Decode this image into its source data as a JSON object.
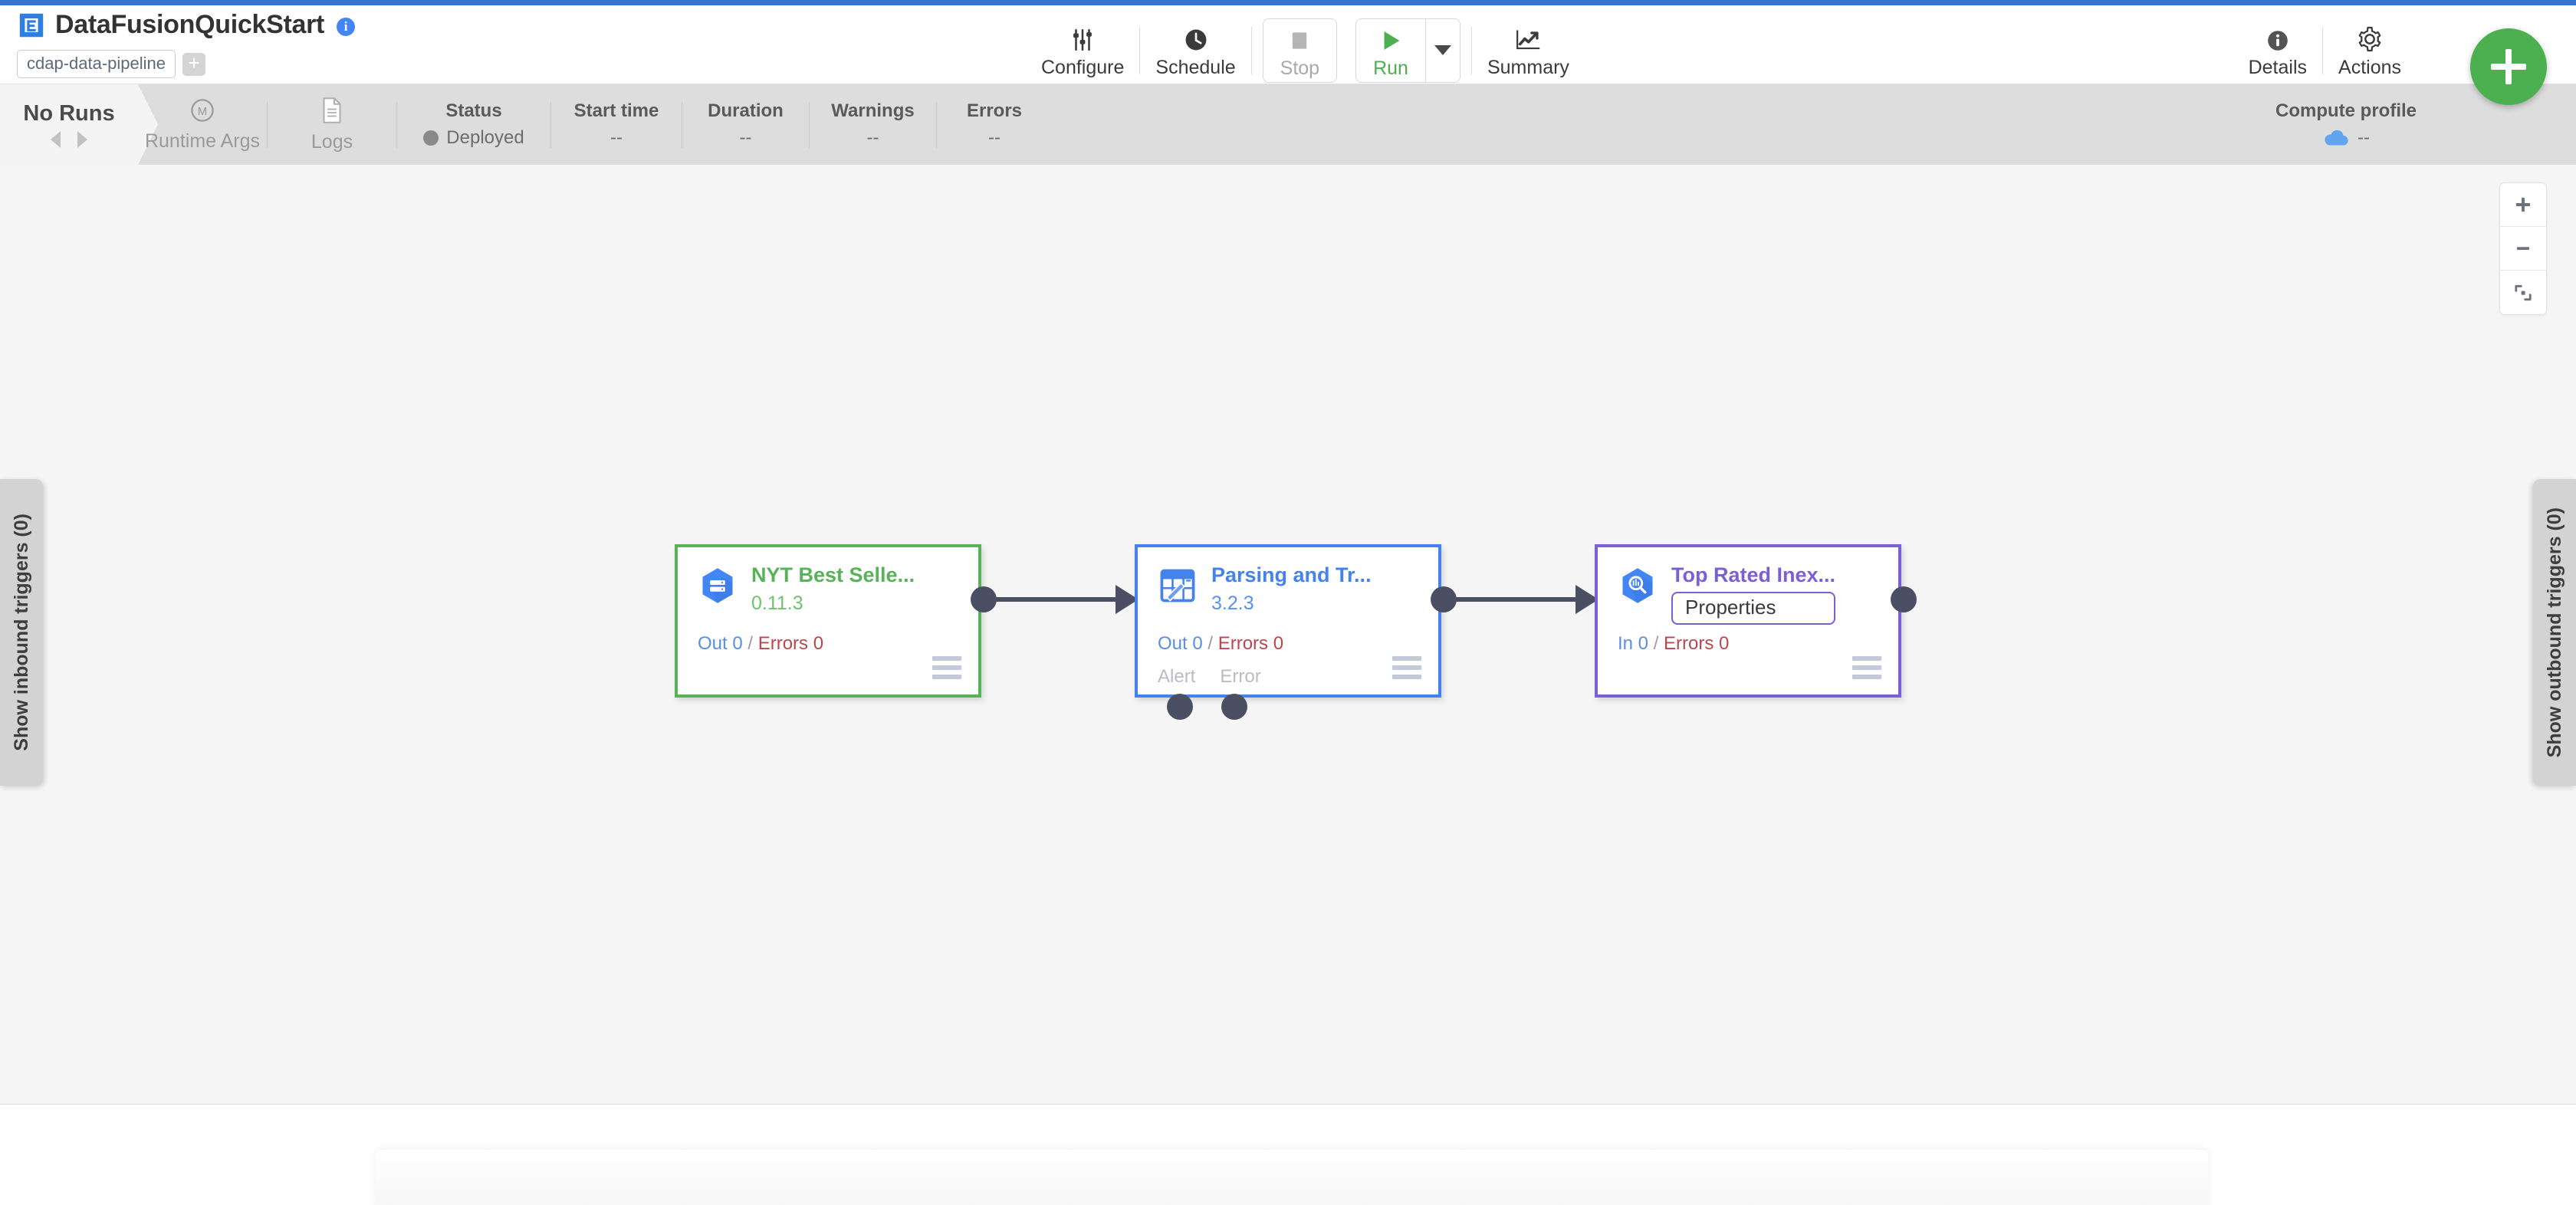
{
  "header": {
    "logo_icon": "cdap-logo-icon",
    "title": "DataFusionQuickStart",
    "info_icon": "info-icon",
    "artifact_chip": "cdap-data-pipeline",
    "add_chip": "+"
  },
  "toolbar": {
    "configure": {
      "label": "Configure",
      "icon": "sliders-icon"
    },
    "schedule": {
      "label": "Schedule",
      "icon": "clock-icon"
    },
    "stop": {
      "label": "Stop",
      "icon": "stop-square-icon"
    },
    "run": {
      "label": "Run",
      "icon": "play-triangle-icon"
    },
    "run_caret": "chevron-down-icon",
    "summary": {
      "label": "Summary",
      "icon": "line-chart-icon"
    },
    "details": {
      "label": "Details",
      "icon": "info-circle-icon"
    },
    "actions": {
      "label": "Actions",
      "icon": "gear-icon"
    },
    "fab": {
      "label": "+",
      "icon": "plus-icon",
      "color": "#4caf50"
    }
  },
  "runbar": {
    "no_runs_label": "No Runs",
    "prev_icon": "caret-left-icon",
    "next_icon": "caret-right-icon",
    "runtime_args": {
      "label": "Runtime Args",
      "icon": "macro-m-icon"
    },
    "logs": {
      "label": "Logs",
      "icon": "document-icon"
    },
    "stats": [
      {
        "head": "Status",
        "value": "Deployed",
        "dot": true,
        "dot_color": "#8a8a8a"
      },
      {
        "head": "Start time",
        "value": "--",
        "dot": false
      },
      {
        "head": "Duration",
        "value": "--",
        "dot": false
      },
      {
        "head": "Warnings",
        "value": "--",
        "dot": false
      },
      {
        "head": "Errors",
        "value": "--",
        "dot": false
      }
    ],
    "compute_profile": {
      "head": "Compute profile",
      "value": "--",
      "icon": "cloud-icon"
    }
  },
  "canvas": {
    "zoom_in_icon": "plus-icon",
    "zoom_out_icon": "minus-icon",
    "fit_icon": "fit-to-screen-icon",
    "inbound_triggers": "Show inbound triggers (0)",
    "outbound_triggers": "Show outbound triggers (0)",
    "nodes": [
      {
        "name": "NYT Best Selle...",
        "version": "0.11.3",
        "accent": "#59b259",
        "icon": "bigquery-source-icon",
        "metrics": {
          "in_out_label": "Out",
          "in_out_value": "0",
          "sep": "/",
          "errors_label": "Errors",
          "errors_value": "0"
        },
        "ports": [],
        "properties_button": null
      },
      {
        "name": "Parsing and Tr...",
        "version": "3.2.3",
        "accent": "#4583ec",
        "icon": "wrangler-icon",
        "metrics": {
          "in_out_label": "Out",
          "in_out_value": "0",
          "sep": "/",
          "errors_label": "Errors",
          "errors_value": "0"
        },
        "ports": [
          "Alert",
          "Error"
        ],
        "properties_button": null
      },
      {
        "name": "Top Rated Inex...",
        "version": null,
        "accent": "#7b5fd4",
        "icon": "bigquery-sink-icon",
        "metrics": {
          "in_out_label": "In",
          "in_out_value": "0",
          "sep": "/",
          "errors_label": "Errors",
          "errors_value": "0"
        },
        "ports": [],
        "properties_button": "Properties"
      }
    ]
  }
}
